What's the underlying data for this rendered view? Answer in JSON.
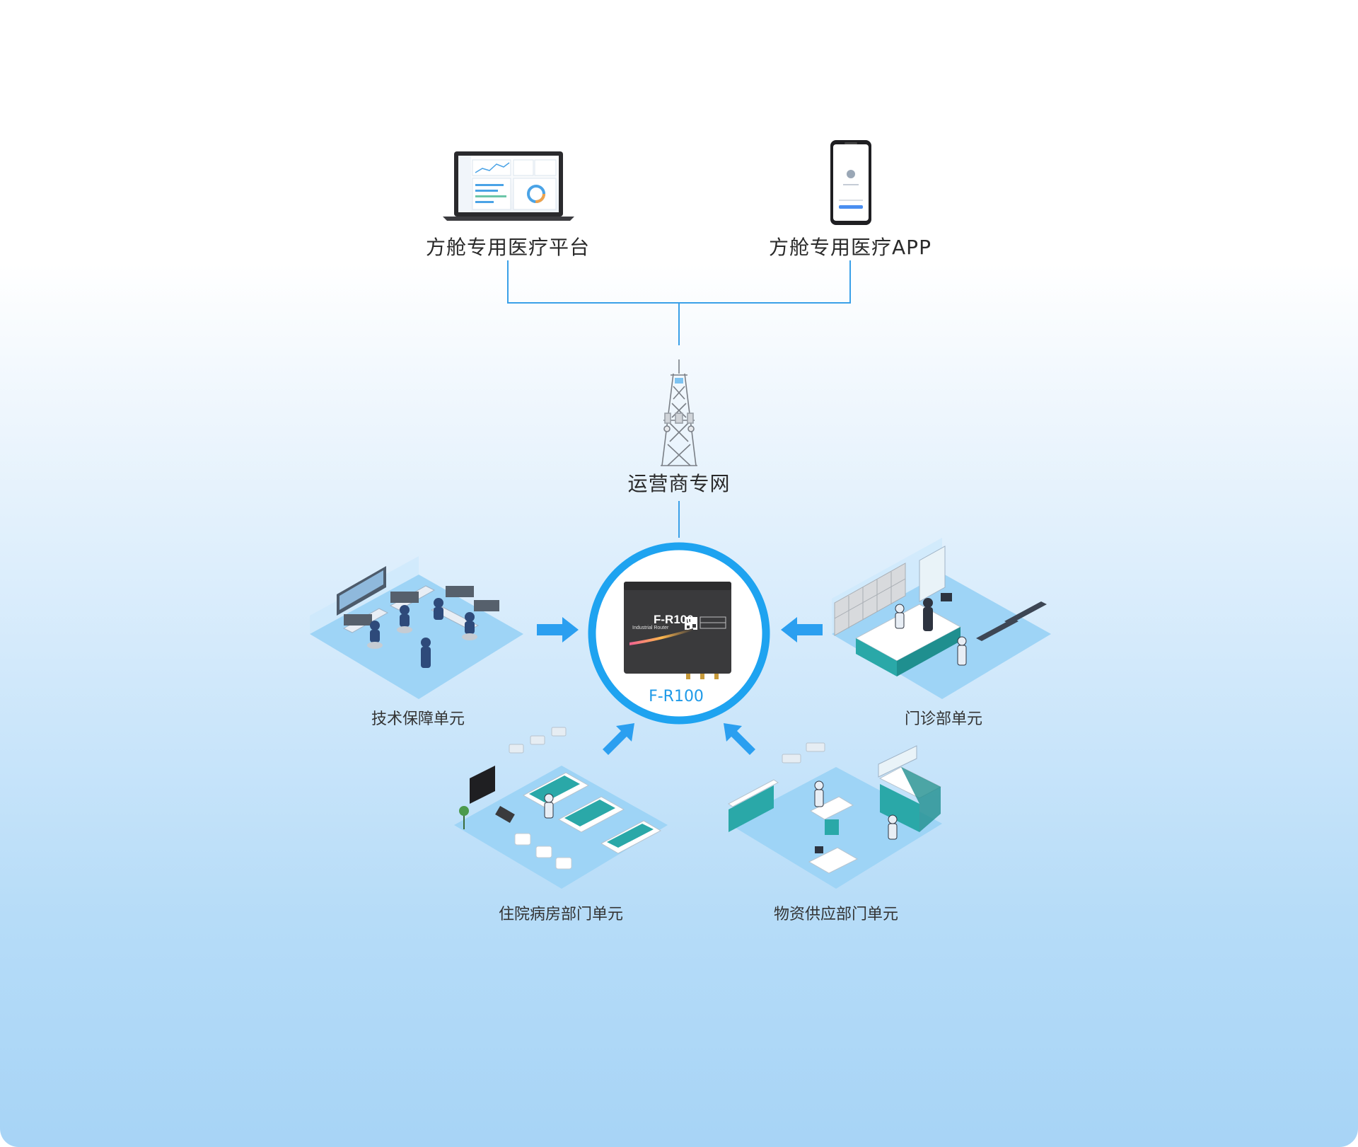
{
  "top": {
    "platform_label": "方舱专用医疗平台",
    "app_label": "方舱专用医疗APP"
  },
  "network": {
    "label": "运营商专网"
  },
  "router": {
    "model_caption": "F-R100",
    "device_brand": "F-R100",
    "device_subtitle": "Industrial Router"
  },
  "units": {
    "tech": "技术保障单元",
    "outpatient": "门诊部单元",
    "inpatient": "住院病房部门单元",
    "supply": "物资供应部门单元"
  },
  "colors": {
    "line": "#3aa0e8",
    "arrow": "#2b9ff0",
    "ring": "#1ea3f0",
    "floor": "#9ed4f6",
    "teal": "#2aa8a8",
    "device": "#3a3a3c"
  },
  "icons": {
    "laptop": "laptop-icon",
    "phone": "phone-icon",
    "tower": "cell-tower-icon",
    "router": "router-icon"
  }
}
